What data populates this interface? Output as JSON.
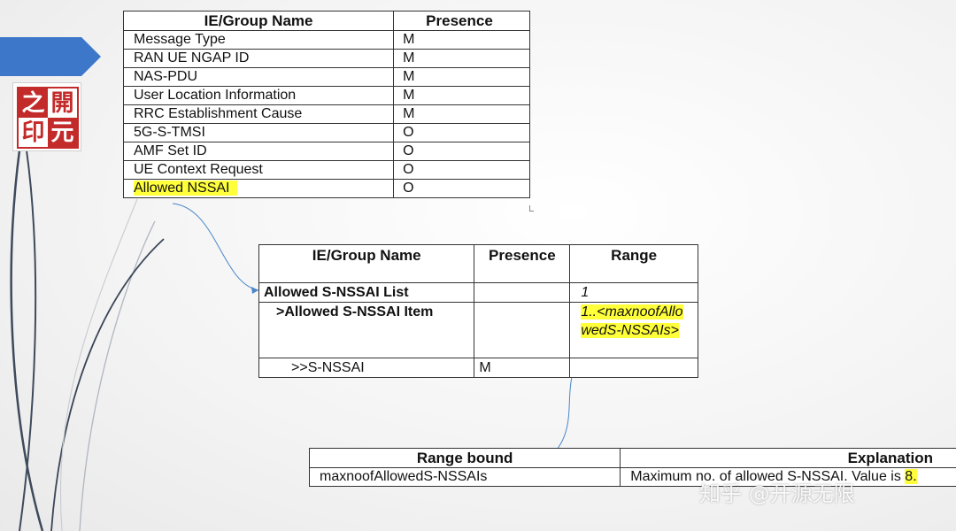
{
  "logo": {
    "chars": [
      "之",
      "開",
      "印",
      "元"
    ]
  },
  "table1": {
    "headers": [
      "IE/Group Name",
      "Presence"
    ],
    "rows": [
      {
        "name": "Message Type",
        "presence": "M"
      },
      {
        "name": "RAN UE NGAP ID",
        "presence": "M"
      },
      {
        "name": "NAS-PDU",
        "presence": "M"
      },
      {
        "name": "User Location Information",
        "presence": "M"
      },
      {
        "name": "RRC Establishment Cause",
        "presence": "M"
      },
      {
        "name": "5G-S-TMSI",
        "presence": "O"
      },
      {
        "name": "AMF Set ID",
        "presence": "O"
      },
      {
        "name": "UE Context Request",
        "presence": "O"
      },
      {
        "name": "Allowed NSSAI",
        "presence": "O"
      }
    ]
  },
  "table2": {
    "headers": [
      "IE/Group Name",
      "Presence",
      "Range"
    ],
    "rows": [
      {
        "name": "Allowed S-NSSAI List",
        "presence": "",
        "range": "1"
      },
      {
        "name": ">Allowed S-NSSAI Item",
        "presence": "",
        "range": "1..<maxnoofAllowedS-NSSAIs>"
      },
      {
        "name": ">>S-NSSAI",
        "presence": "M",
        "range": ""
      }
    ]
  },
  "table3": {
    "headers": [
      "Range bound",
      "Explanation"
    ],
    "rows": [
      {
        "bound": "maxnoofAllowedS-NSSAIs",
        "explanation_pre": "Maximum no. of allowed S-NSSAI. Value is ",
        "explanation_hl": "8."
      }
    ]
  },
  "watermark": "知乎 @开源无限",
  "colors": {
    "accent": "#3c77c9",
    "highlight": "#ffff3a",
    "logo_red": "#c32a2a",
    "connector": "#4a86c8"
  }
}
